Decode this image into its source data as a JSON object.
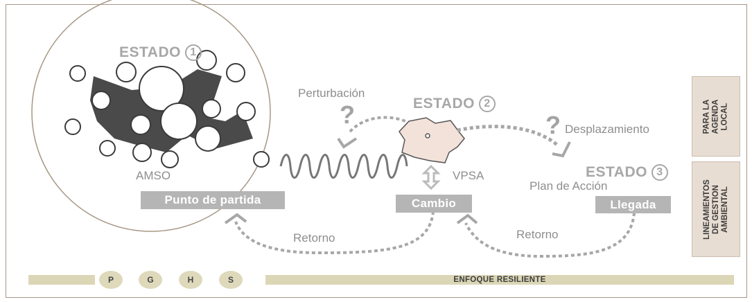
{
  "states": {
    "state1": {
      "label": "ESTADO",
      "number": "1"
    },
    "state2": {
      "label": "ESTADO",
      "number": "2"
    },
    "state3": {
      "label": "ESTADO",
      "number": "3"
    }
  },
  "labels": {
    "perturbacion": "Perturbación",
    "desplazamiento": "Desplazamiento",
    "amso": "AMSO",
    "vpsa": "VPSA",
    "plan_accion": "Plan de Acción",
    "retorno_left": "Retorno",
    "retorno_right": "Retorno",
    "question_1": "?",
    "question_2": "?"
  },
  "boxes": {
    "punto_partida": "Punto de partida",
    "cambio": "Cambio",
    "llegada": "Llegada"
  },
  "side_panels": {
    "agenda_local": "PARA LA AGENDA LOCAL",
    "lineamientos": "LINEAMIENTOS DE GESTION AMBIENTAL"
  },
  "bottom": {
    "pills": [
      "P",
      "G",
      "H",
      "S"
    ],
    "enfoque": "ENFOQUE RESILIENTE"
  },
  "colors": {
    "frame": "#a69784",
    "gray_text": "#a7a7a7",
    "box_gray": "#b5b5b5",
    "side_panel": "#e8ddd2",
    "bottom_bar": "#dbd6b6",
    "blob": "#f3e2da"
  }
}
